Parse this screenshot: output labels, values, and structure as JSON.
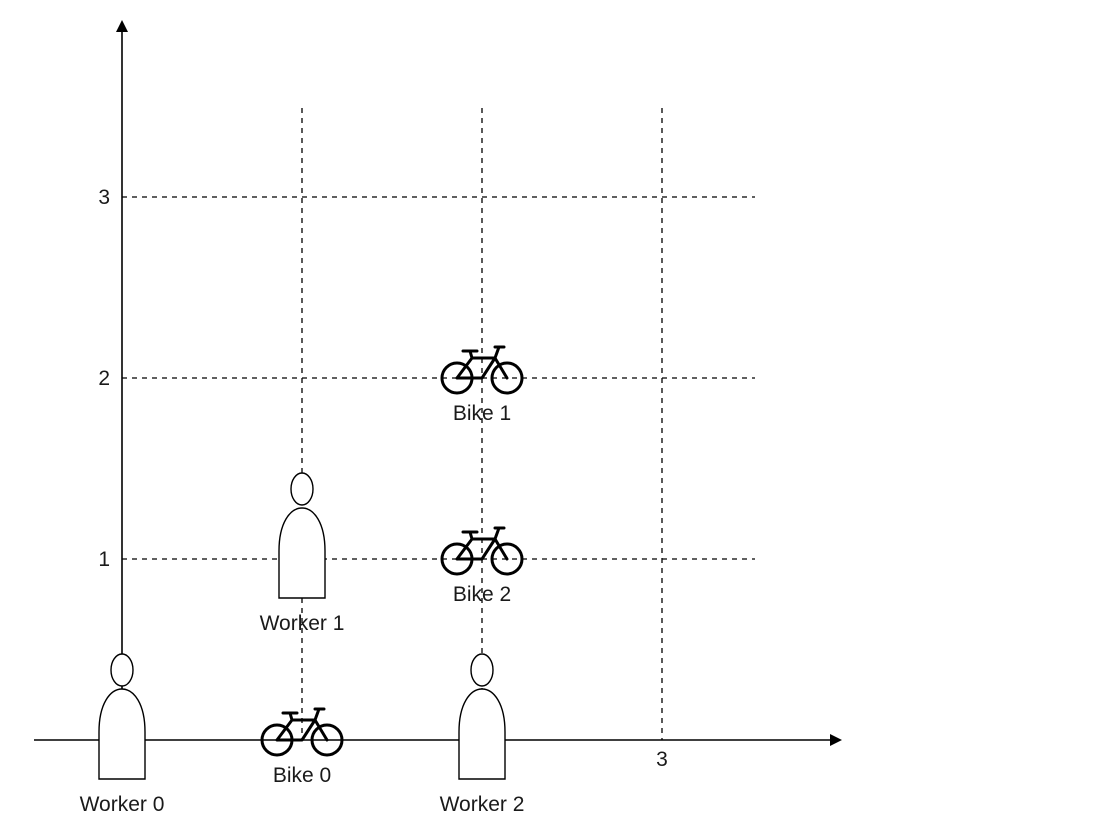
{
  "axes": {
    "x_ticks": [
      {
        "value": 3,
        "label": "3"
      }
    ],
    "y_ticks": [
      {
        "value": 1,
        "label": "1"
      },
      {
        "value": 2,
        "label": "2"
      },
      {
        "value": 3,
        "label": "3"
      }
    ]
  },
  "gridlines": {
    "vertical_x": [
      1,
      2,
      3
    ],
    "horizontal_y": [
      1,
      2,
      3
    ]
  },
  "workers": [
    {
      "label": "Worker 0",
      "x": 0,
      "y": 0
    },
    {
      "label": "Worker 1",
      "x": 1,
      "y": 1
    },
    {
      "label": "Worker 2",
      "x": 2,
      "y": 0
    }
  ],
  "bikes": [
    {
      "label": "Bike 0",
      "x": 1,
      "y": 0
    },
    {
      "label": "Bike 1",
      "x": 2,
      "y": 2
    },
    {
      "label": "Bike 2",
      "x": 2,
      "y": 1
    }
  ],
  "icons": {
    "worker": "person-icon",
    "bike": "bicycle-icon"
  },
  "colors": {
    "line": "#000000",
    "background": "#ffffff"
  }
}
